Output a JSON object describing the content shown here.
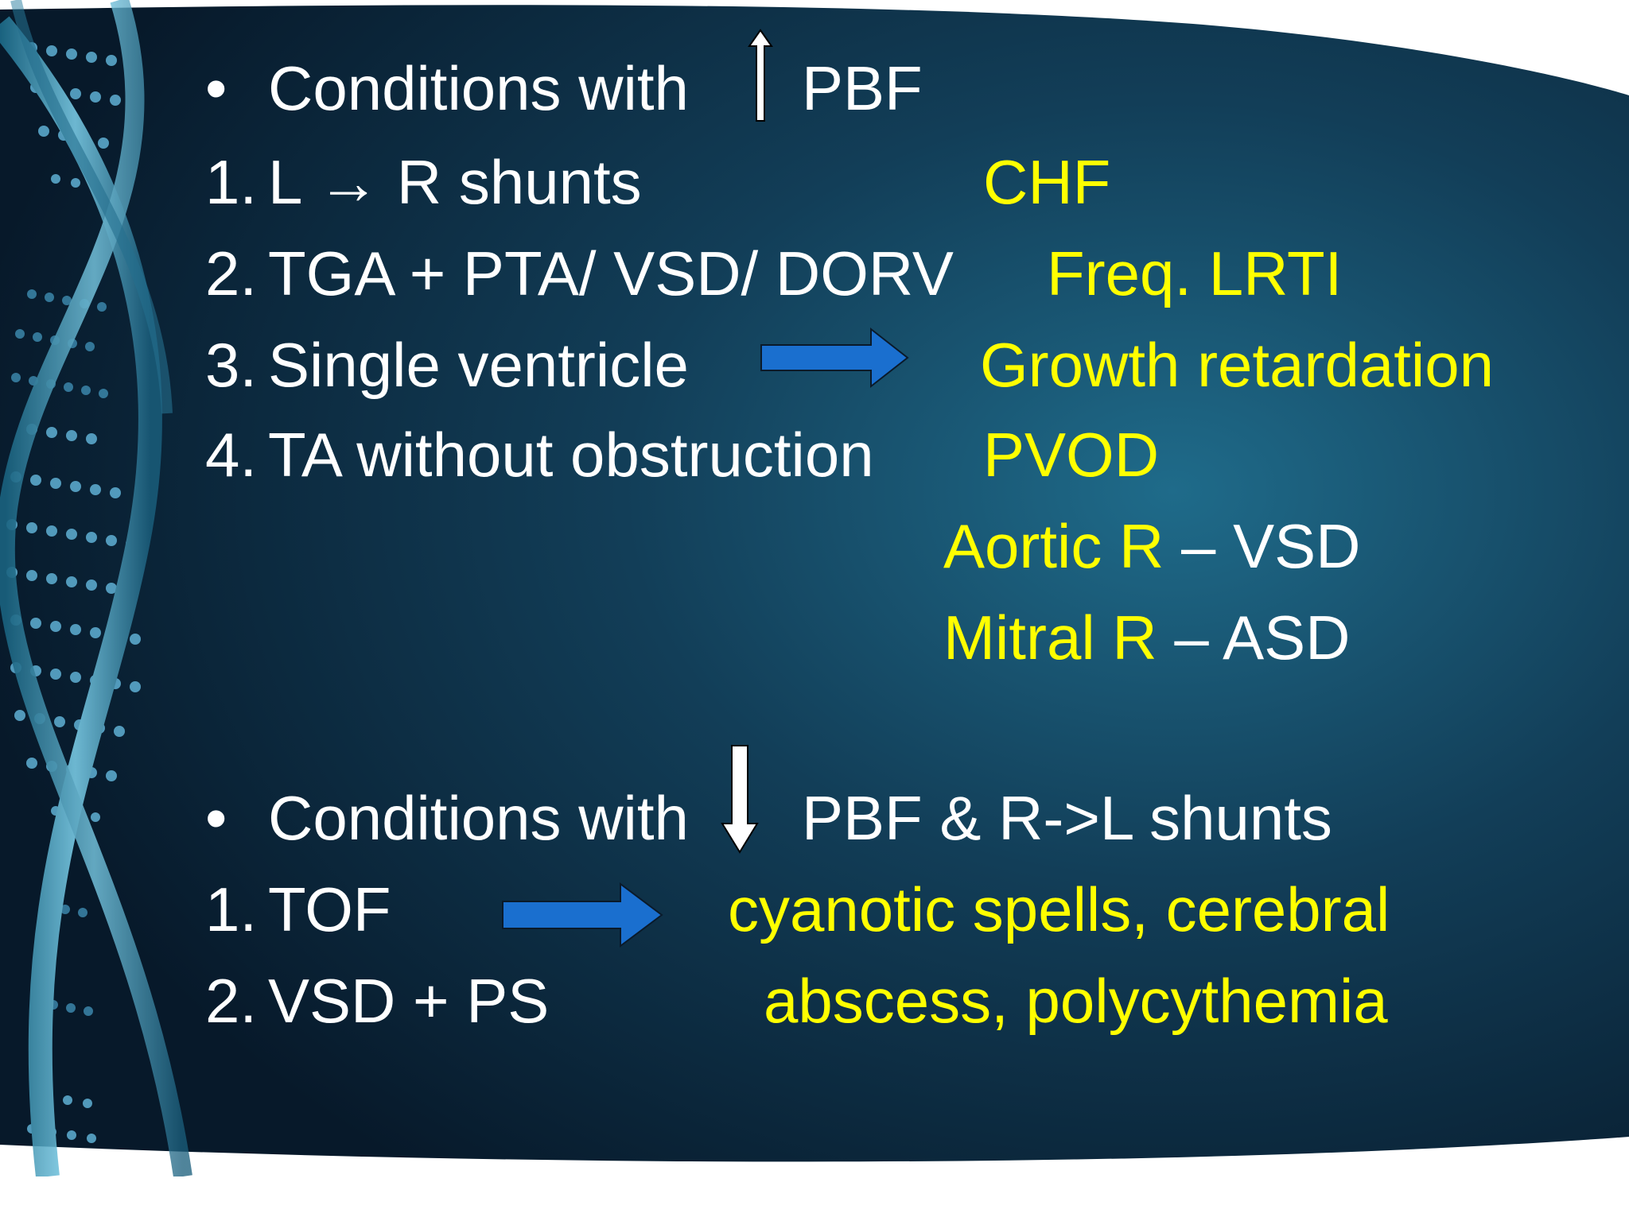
{
  "slide": {
    "section_increased": {
      "bullet": "•",
      "heading": "Conditions with",
      "heading_after": "PBF",
      "items": [
        {
          "num": "1.",
          "text": "L → R shunts"
        },
        {
          "num": "2.",
          "text": "TGA + PTA/ VSD/ DORV"
        },
        {
          "num": "3.",
          "text": "Single ventricle"
        },
        {
          "num": "4.",
          "text": "TA without obstruction"
        }
      ],
      "complications": {
        "chf": "CHF",
        "lrti": "Freq. LRTI",
        "growth": "Growth retardation",
        "pvod": "PVOD",
        "aortic_y": "Aortic R",
        "aortic_w": " – VSD",
        "mitral_y": "Mitral R",
        "mitral_w": " – ASD"
      }
    },
    "section_decreased": {
      "bullet": "•",
      "heading": "Conditions with",
      "heading_after": "PBF & R->L shunts",
      "items": [
        {
          "num": "1.",
          "text": "TOF"
        },
        {
          "num": "2.",
          "text": "VSD + PS"
        }
      ],
      "complications": {
        "line1": "cyanotic spells, cerebral",
        "line2": "abscess, polycythemia"
      }
    },
    "colors": {
      "background_dark": "#0a2236",
      "background_mid": "#134a66",
      "text_white": "#ffffff",
      "text_yellow": "#ffff00",
      "arrow_blue": "#1a6fcf"
    },
    "icons": {
      "up": "up-arrow-icon",
      "down": "down-arrow-icon",
      "right": "right-arrow-icon"
    }
  }
}
